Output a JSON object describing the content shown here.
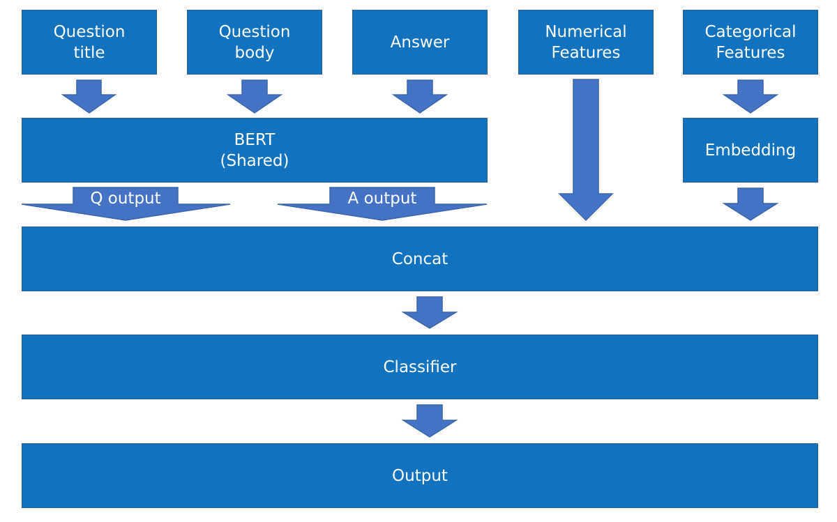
{
  "inputs": {
    "question_title": "Question\ntitle",
    "question_body": "Question\nbody",
    "answer": "Answer",
    "numerical_features": "Numerical\nFeatures",
    "categorical_features": "Categorical\nFeatures"
  },
  "bert": "BERT\n(Shared)",
  "embedding": "Embedding",
  "q_output": "Q output",
  "a_output": "A output",
  "concat": "Concat",
  "classifier": "Classifier",
  "output": "Output",
  "colors": {
    "box": "#1272be",
    "arrow": "#4472c4"
  }
}
